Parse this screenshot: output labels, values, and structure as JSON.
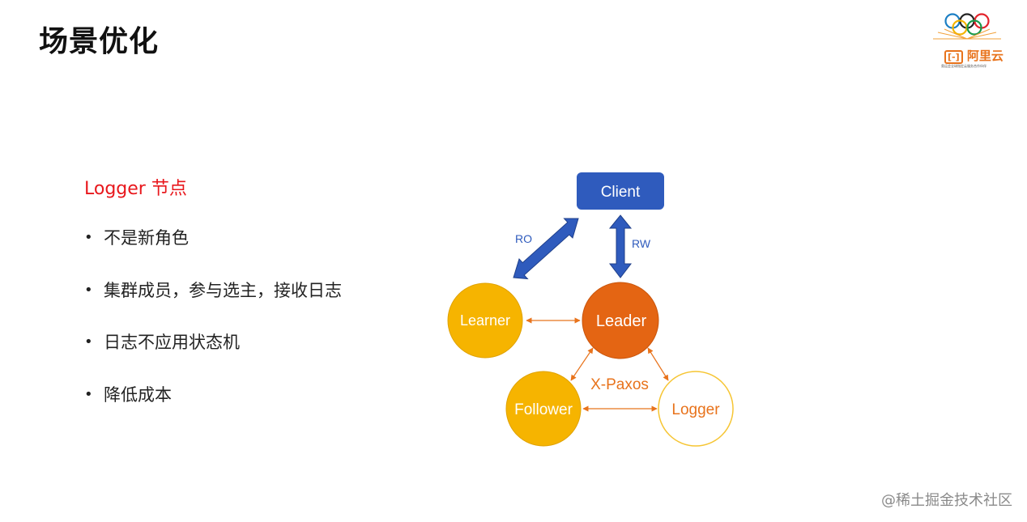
{
  "slide": {
    "title": "场景优化",
    "section_title": "Logger 节点",
    "bullets": [
      "不是新角色",
      "集群成员，参与选主，接收日志",
      "日志不应用状态机",
      "降低成本"
    ]
  },
  "logo": {
    "text": "阿里云",
    "subtext": "奥运会全球指定云服务合作伙伴"
  },
  "diagram": {
    "client": "Client",
    "learner": "Learner",
    "leader": "Leader",
    "follower": "Follower",
    "logger": "Logger",
    "ro_label": "RO",
    "rw_label": "RW",
    "protocol_label": "X-Paxos",
    "colors": {
      "client": "#2f5bbd",
      "arrow_blue": "#2f5bbd",
      "learner": "#f6b400",
      "leader": "#e46513",
      "follower": "#f6b400",
      "logger_border": "#f6c533",
      "link_orange": "#e8731c"
    }
  },
  "watermark": "@稀土掘金技术社区"
}
